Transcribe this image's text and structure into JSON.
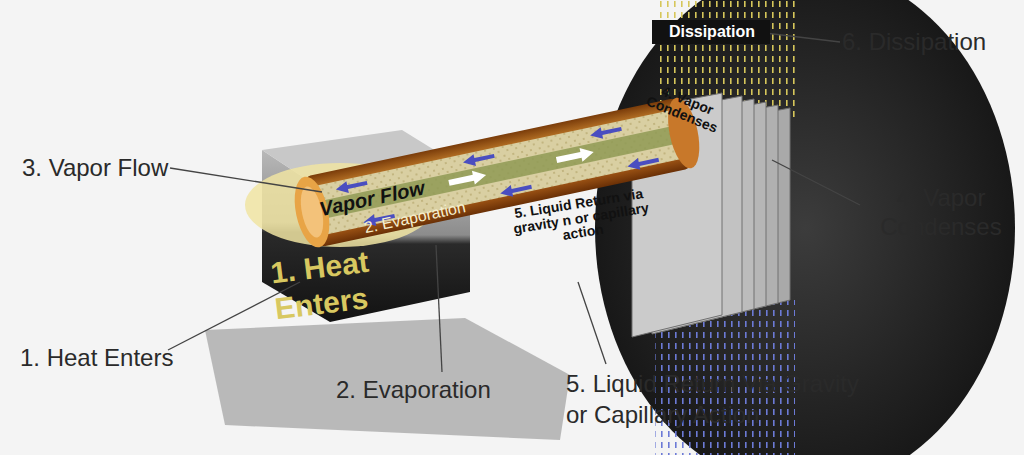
{
  "diagram": {
    "nodes": [
      {
        "text": [
          "1. Heat Enters"
        ]
      },
      {
        "text": [
          "Vapor Flow",
          "2. Evaporation"
        ]
      },
      {
        "text": [
          "Dissipation"
        ]
      },
      {
        "text": [
          "4. Vapor Condenses"
        ]
      }
    ],
    "labels": [
      "3. Vapor Flow",
      "1. Heat Enters",
      "2. Evaporation",
      "5. Liquid Return via gravity n or capillary action",
      "5. Liquid Return Via Gravity or Capillary Action",
      "6. Dissipation",
      "4. Vapor Condenses"
    ]
  }
}
